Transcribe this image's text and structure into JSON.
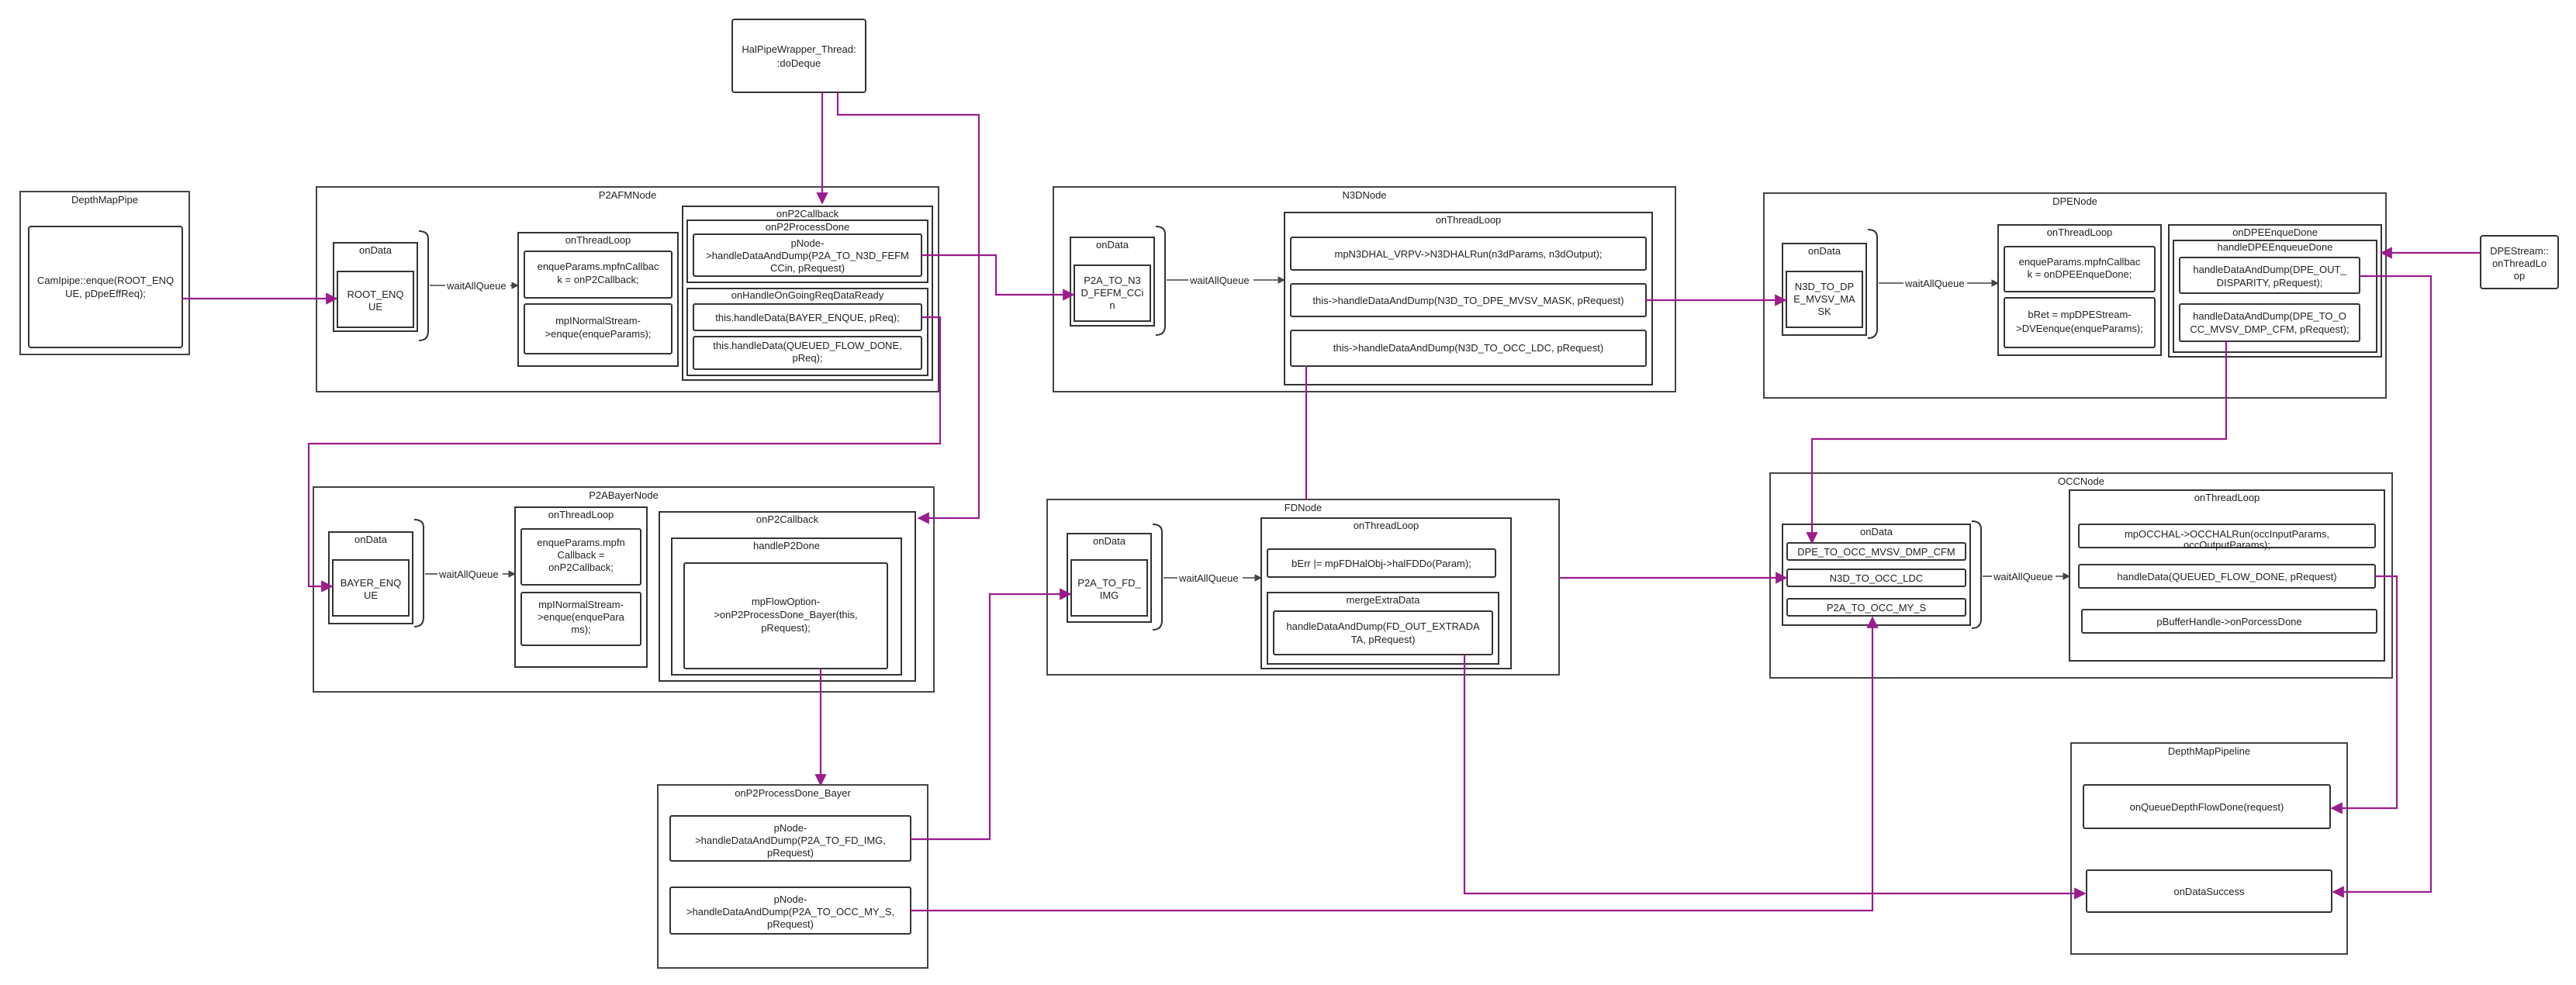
{
  "colors": {
    "flow": "#9b1c8c",
    "border": "#333333",
    "background": "#ffffff"
  },
  "hal": {
    "label_1": "HalPipeWrapper_Thread:",
    "label_2": ":doDeque"
  },
  "depthmappipe": {
    "title": "DepthMapPipe",
    "call_1": "CamIpipe::enque(ROOT_ENQ",
    "call_2": "UE, pDpeEffReq);"
  },
  "p2afm": {
    "title": "P2AFMNode",
    "ondata": "onData",
    "root_1": "ROOT_ENQ",
    "root_2": "UE",
    "wait": "waitAllQueue",
    "threadloop": "onThreadLoop",
    "enque_1": "enqueParams.mpfnCallbac",
    "enque_2": "k = onP2Callback;",
    "stream_1": "mpINormalStream-",
    "stream_2": ">enque(enqueParams);",
    "cb": "onP2Callback",
    "done": "onP2ProcessDone",
    "dump_1": "pNode-",
    "dump_2": ">handleDataAndDump(P2A_TO_N3D_FEFM",
    "dump_3": "CCin, pRequest)",
    "ongoing": "onHandleOnGoingReqDataReady",
    "bayer": "this.handleData(BAYER_ENQUE, pReq);",
    "queued_1": "this.handleData(QUEUED_FLOW_DONE,",
    "queued_2": "pReq);"
  },
  "n3d": {
    "title": "N3DNode",
    "ondata": "onData",
    "in_1": "P2A_TO_N3",
    "in_2": "D_FEFM_CCi",
    "in_3": "n",
    "wait": "waitAllQueue",
    "threadloop": "onThreadLoop",
    "run": "mpN3DHAL_VRPV->N3DHALRun(n3dParams, n3dOutput);",
    "dpe": "this->handleDataAndDump(N3D_TO_DPE_MVSV_MASK, pRequest)",
    "occ": "this->handleDataAndDump(N3D_TO_OCC_LDC, pRequest)"
  },
  "dpe": {
    "title": "DPENode",
    "ondata": "onData",
    "in_1": "N3D_TO_DP",
    "in_2": "E_MVSV_MA",
    "in_3": "SK",
    "wait": "waitAllQueue",
    "threadloop": "onThreadLoop",
    "enque_1": "enqueParams.mpfnCallbac",
    "enque_2": "k = onDPEEnqueDone;",
    "ret_1": "bRet = mpDPEStream-",
    "ret_2": ">DVEenque(enqueParams);",
    "done": "onDPEEnqueDone",
    "handle": "handleDPEEnqueueDone",
    "disp_1": "handleDataAndDump(DPE_OUT_",
    "disp_2": "DISPARITY, pRequest);",
    "occ_1": "handleDataAndDump(DPE_TO_O",
    "occ_2": "CC_MVSV_DMP_CFM, pRequest);"
  },
  "dpestream": {
    "l1": "DPEStream::",
    "l2": "onThreadLo",
    "l3": "op"
  },
  "p2abayer": {
    "title": "P2ABayerNode",
    "ondata": "onData",
    "in_1": "BAYER_ENQ",
    "in_2": "UE",
    "wait": "waitAllQueue",
    "threadloop": "onThreadLoop",
    "enque_1": "enqueParams.mpfn",
    "enque_2": "Callback =",
    "enque_3": "onP2Callback;",
    "stream_1": "mpINormalStream-",
    "stream_2": ">enque(enquePara",
    "stream_3": "ms);",
    "cb": "onP2Callback",
    "done": "handleP2Done",
    "flow_1": "mpFlowOption-",
    "flow_2": ">onP2ProcessDone_Bayer(this,",
    "flow_3": "pRequest);"
  },
  "fd": {
    "title": "FDNode",
    "ondata": "onData",
    "in_1": "P2A_TO_FD_",
    "in_2": "IMG",
    "wait": "waitAllQueue",
    "threadloop": "onThreadLoop",
    "berr": "bErr |= mpFDHalObj->halFDDo(Param);",
    "merge": "mergeExtraData",
    "dump_1": "handleDataAndDump(FD_OUT_EXTRADA",
    "dump_2": "TA, pRequest)"
  },
  "occ": {
    "title": "OCCNode",
    "ondata": "onData",
    "in_1": "DPE_TO_OCC_MVSV_DMP_CFM",
    "in_2": "N3D_TO_OCC_LDC",
    "in_3": "P2A_TO_OCC_MY_S",
    "wait": "waitAllQueue",
    "threadloop": "onThreadLoop",
    "run_1": "mpOCCHAL->OCCHALRun(occInputParams,",
    "run_2": "occOutputParams);",
    "queued": "handleData(QUEUED_FLOW_DONE, pRequest)",
    "buffer": "pBufferHandle->onPorcessDone"
  },
  "bayerdone": {
    "title": "onP2ProcessDone_Bayer",
    "fd_1": "pNode-",
    "fd_2": ">handleDataAndDump(P2A_TO_FD_IMG,",
    "fd_3": "pRequest)",
    "occ_1": "pNode-",
    "occ_2": ">handleDataAndDump(P2A_TO_OCC_MY_S,",
    "occ_3": "pRequest)"
  },
  "pipeline": {
    "title": "DepthMapPipeline",
    "flowdone": "onQueueDepthFlowDone(request)",
    "success": "onDataSuccess"
  }
}
